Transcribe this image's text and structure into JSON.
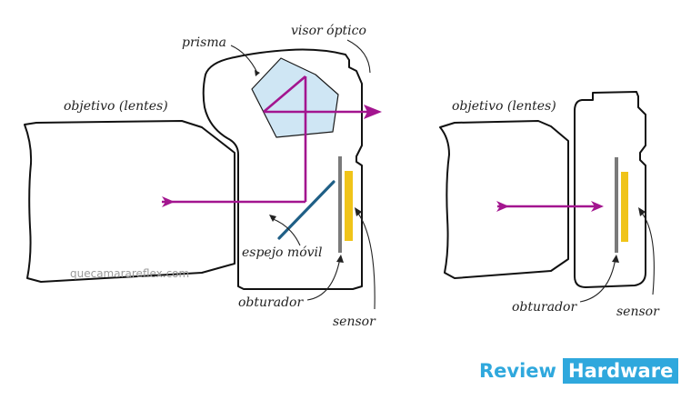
{
  "diagram": {
    "left": {
      "lens_label": "objetivo (lentes)",
      "prism_label": "prisma",
      "viewfinder_label": "visor óptico",
      "mirror_label": "espejo móvil",
      "shutter_label": "obturador",
      "sensor_label": "sensor",
      "watermark": "quecamarareflex.com"
    },
    "right": {
      "lens_label": "objetivo (lentes)",
      "shutter_label": "obturador",
      "sensor_label": "sensor"
    },
    "colors": {
      "beam": "#a3158f",
      "prism_fill": "#cfe6f4",
      "mirror": "#1f5f86",
      "shutter": "#7a7a7a",
      "sensor": "#f0c419",
      "outline": "#111111"
    }
  },
  "logo": {
    "part1": "Review",
    "part2": "Hardware",
    "color": "#2fa8dd"
  }
}
